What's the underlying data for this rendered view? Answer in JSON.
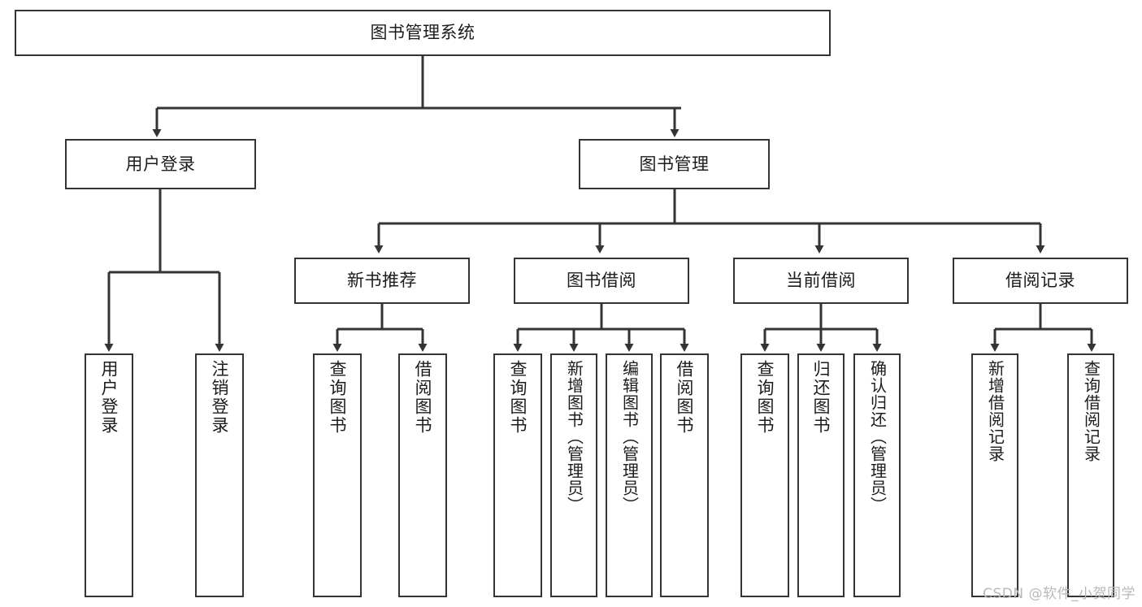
{
  "diagram": {
    "type": "hierarchy-tree",
    "title": "图书管理系统",
    "watermark": "CSDN @软件_小贺同学",
    "colors": {
      "background": "#ffffff",
      "box_border": "#343434",
      "edge": "#343434",
      "text": "#1c1c1c",
      "watermark": "#b9b9b9"
    },
    "nodes": {
      "root": {
        "label": "图书管理系统"
      },
      "level2": [
        {
          "id": "user-login",
          "label": "用户登录"
        },
        {
          "id": "book-management",
          "label": "图书管理"
        }
      ],
      "level3": [
        {
          "id": "new-book-recommend",
          "label": "新书推荐"
        },
        {
          "id": "book-borrow",
          "label": "图书借阅"
        },
        {
          "id": "current-borrow",
          "label": "当前借阅"
        },
        {
          "id": "borrow-record",
          "label": "借阅记录"
        }
      ],
      "leaves": {
        "user_login": [
          {
            "id": "leaf-user-login",
            "label": "用户登录"
          },
          {
            "id": "leaf-logout",
            "label": "注销登录"
          }
        ],
        "new_book_recommend": [
          {
            "id": "leaf-query-book-1",
            "label": "查询图书"
          },
          {
            "id": "leaf-borrow-book-1",
            "label": "借阅图书"
          }
        ],
        "book_borrow": [
          {
            "id": "leaf-query-book-2",
            "label": "查询图书"
          },
          {
            "id": "leaf-add-book",
            "label": "新增图书（管理员）"
          },
          {
            "id": "leaf-edit-book",
            "label": "编辑图书（管理员）"
          },
          {
            "id": "leaf-borrow-book-2",
            "label": "借阅图书"
          }
        ],
        "current_borrow": [
          {
            "id": "leaf-query-book-3",
            "label": "查询图书"
          },
          {
            "id": "leaf-return-book",
            "label": "归还图书"
          },
          {
            "id": "leaf-confirm-return",
            "label": "确认归还（管理员）"
          }
        ],
        "borrow_record": [
          {
            "id": "leaf-add-record",
            "label": "新增借阅记录"
          },
          {
            "id": "leaf-query-record",
            "label": "查询借阅记录"
          }
        ]
      }
    }
  }
}
